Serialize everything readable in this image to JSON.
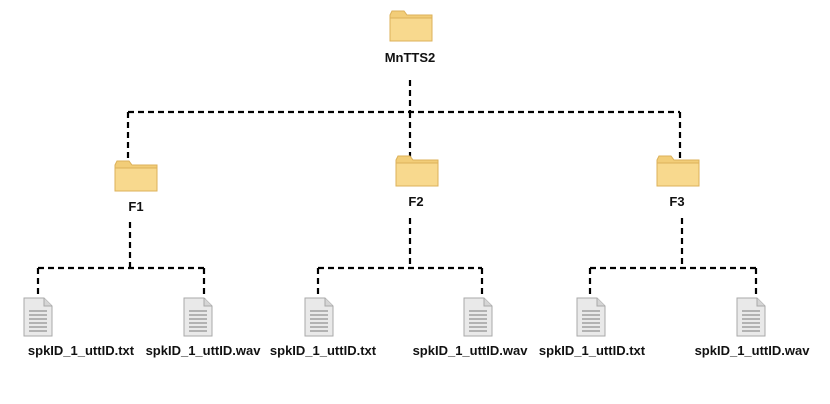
{
  "root": {
    "label": "MnTTS2",
    "icon": "folder-icon"
  },
  "folders": [
    {
      "label": "F1",
      "icon": "folder-icon",
      "files": [
        {
          "label": "spkID_1_uttID.txt",
          "icon": "document-icon"
        },
        {
          "label": "spkID_1_uttID.wav",
          "icon": "document-icon"
        }
      ]
    },
    {
      "label": "F2",
      "icon": "folder-icon",
      "files": [
        {
          "label": "spkID_1_uttID.txt",
          "icon": "document-icon"
        },
        {
          "label": "spkID_1_uttID.wav",
          "icon": "document-icon"
        }
      ]
    },
    {
      "label": "F3",
      "icon": "folder-icon",
      "files": [
        {
          "label": "spkID_1_uttID.txt",
          "icon": "document-icon"
        },
        {
          "label": "spkID_1_uttID.wav",
          "icon": "document-icon"
        }
      ]
    }
  ],
  "colors": {
    "folder": "#f8d98e",
    "folder_tab": "#f2cd78",
    "folder_stroke": "#dcb15a",
    "doc": "#e9e9e9",
    "doc_stroke": "#a9a9a9",
    "line": "#000000"
  }
}
